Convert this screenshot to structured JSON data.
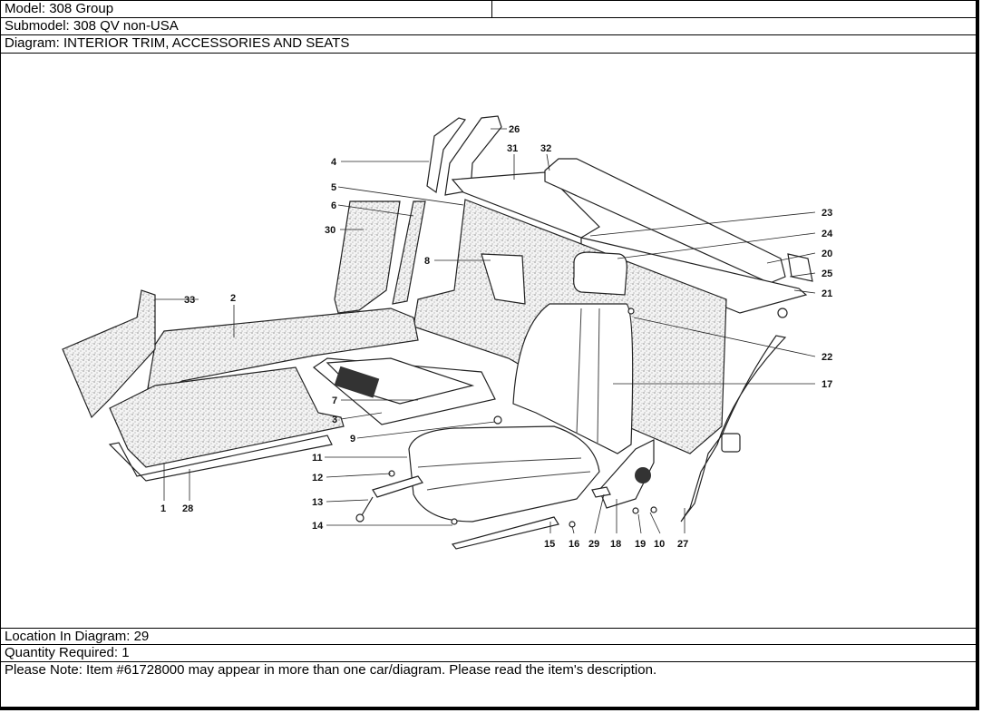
{
  "header": {
    "model": "Model: 308 Group",
    "submodel": "Submodel: 308 QV non-USA",
    "diagram": "Diagram: INTERIOR TRIM, ACCESSORIES AND SEATS"
  },
  "diagram": {
    "description": "Exploded parts diagram of interior trim, carpets, seat and seat belt",
    "callouts": [
      "1",
      "2",
      "3",
      "4",
      "5",
      "6",
      "7",
      "8",
      "9",
      "10",
      "11",
      "12",
      "13",
      "14",
      "15",
      "16",
      "17",
      "18",
      "19",
      "20",
      "21",
      "22",
      "23",
      "24",
      "25",
      "26",
      "27",
      "28",
      "29",
      "30",
      "31",
      "32",
      "33"
    ]
  },
  "footer": {
    "location": "Location In Diagram: 29",
    "quantity": "Quantity Required: 1",
    "note": "Please Note: Item #61728000 may appear in more than one car/diagram. Please read the item's description."
  }
}
